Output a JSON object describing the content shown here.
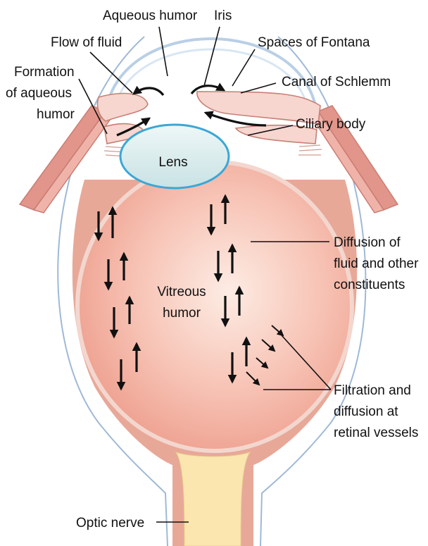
{
  "labels": {
    "aqueous_humor": "Aqueous humor",
    "iris": "Iris",
    "flow_of_fluid": "Flow of fluid",
    "spaces_of_fontana": "Spaces of Fontana",
    "formation_line1": "Formation",
    "formation_line2": "of aqueous",
    "formation_line3": "humor",
    "canal_of_schlemm": "Canal of Schlemm",
    "ciliary_body": "Ciliary body",
    "lens": "Lens",
    "vitreous_line1": "Vitreous",
    "vitreous_line2": "humor",
    "diffusion_line1": "Diffusion of",
    "diffusion_line2": "fluid and other",
    "diffusion_line3": "constituents",
    "filtration_line1": "Filtration and",
    "filtration_line2": "diffusion at",
    "filtration_line3": "retinal vessels",
    "optic_nerve": "Optic nerve"
  },
  "colors": {
    "vitreous_fill": "#f4b3a4",
    "vitreous_center": "#fbe3da",
    "retina_band": "#e8a898",
    "sclera_line": "#9fb9d6",
    "muscle": "#e2958a",
    "lens_fill": "#dfeeee",
    "lens_stroke": "#3aa7d6",
    "optic_nerve": "#fbe6b0",
    "arrow": "#111111"
  }
}
